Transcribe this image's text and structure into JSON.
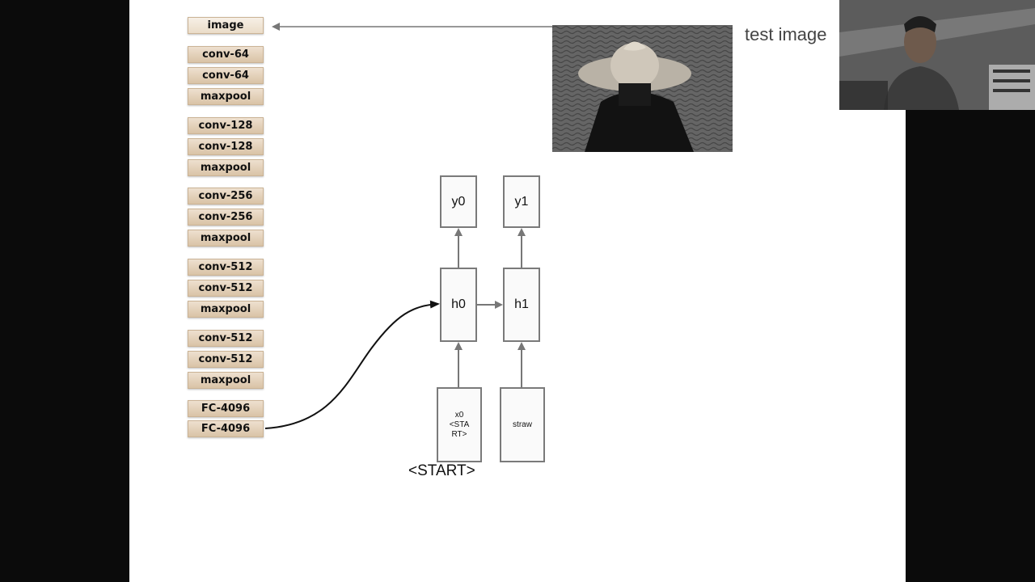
{
  "network": {
    "input_label": "image",
    "layers": [
      "conv-64",
      "conv-64",
      "maxpool",
      "conv-128",
      "conv-128",
      "maxpool",
      "conv-256",
      "conv-256",
      "maxpool",
      "conv-512",
      "conv-512",
      "maxpool",
      "conv-512",
      "conv-512",
      "maxpool",
      "FC-4096",
      "FC-4096"
    ]
  },
  "rnn": {
    "outputs": [
      "y0",
      "y1"
    ],
    "hidden": [
      "h0",
      "h1"
    ],
    "inputs": [
      "x0\n<STA\nRT>",
      "straw"
    ],
    "start_caption": "<START>"
  },
  "test_image": {
    "caption": "test image"
  },
  "colors": {
    "layer_fill": "#e3cfb5",
    "node_border": "#7a7a7a",
    "arrow": "#777777",
    "background": "#ffffff"
  }
}
